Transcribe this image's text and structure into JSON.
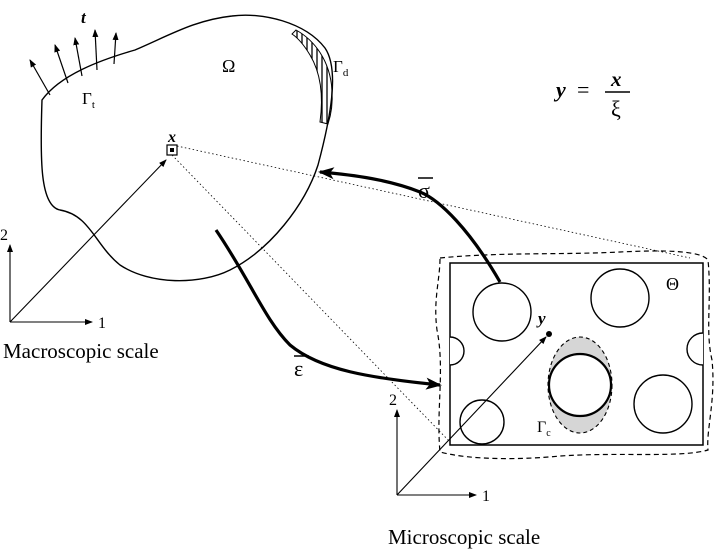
{
  "macro": {
    "domain_label": "Ω",
    "traction_label": "t",
    "traction_boundary_label": "Γ",
    "traction_boundary_sub": "t",
    "displacement_boundary_label": "Γ",
    "displacement_boundary_sub": "d",
    "point_label": "x",
    "axis1_label": "1",
    "axis2_label": "2",
    "scale_caption": "Macroscopic scale"
  },
  "micro": {
    "domain_label": "Θ",
    "point_label": "y",
    "interface_label": "Γ",
    "interface_sub": "c",
    "axis1_label": "1",
    "axis2_label": "2",
    "scale_caption": "Microscopic scale"
  },
  "equation": {
    "lhs": "y",
    "equals": "=",
    "numerator": "x",
    "denominator": "ξ"
  },
  "transfer": {
    "stress_label": "σ",
    "strain_label": "ε"
  }
}
